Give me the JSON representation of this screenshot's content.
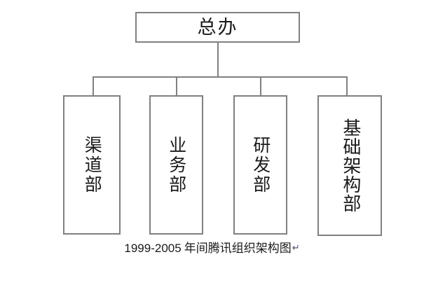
{
  "diagram": {
    "type": "org-chart",
    "root": {
      "label": "总办",
      "orientation": "horizontal"
    },
    "children": [
      {
        "label": "渠道部",
        "orientation": "vertical"
      },
      {
        "label": "业务部",
        "orientation": "vertical"
      },
      {
        "label": "研发部",
        "orientation": "vertical"
      },
      {
        "label": "基础架构部",
        "orientation": "vertical"
      }
    ],
    "caption": {
      "years": "1999-2005",
      "text": "年间腾讯组织架构图",
      "mark": "↵"
    },
    "colors": {
      "border": "#808080",
      "connector": "#808080",
      "text": "#1a1a1a",
      "background": "#ffffff",
      "mark": "#4a4a6a"
    }
  }
}
